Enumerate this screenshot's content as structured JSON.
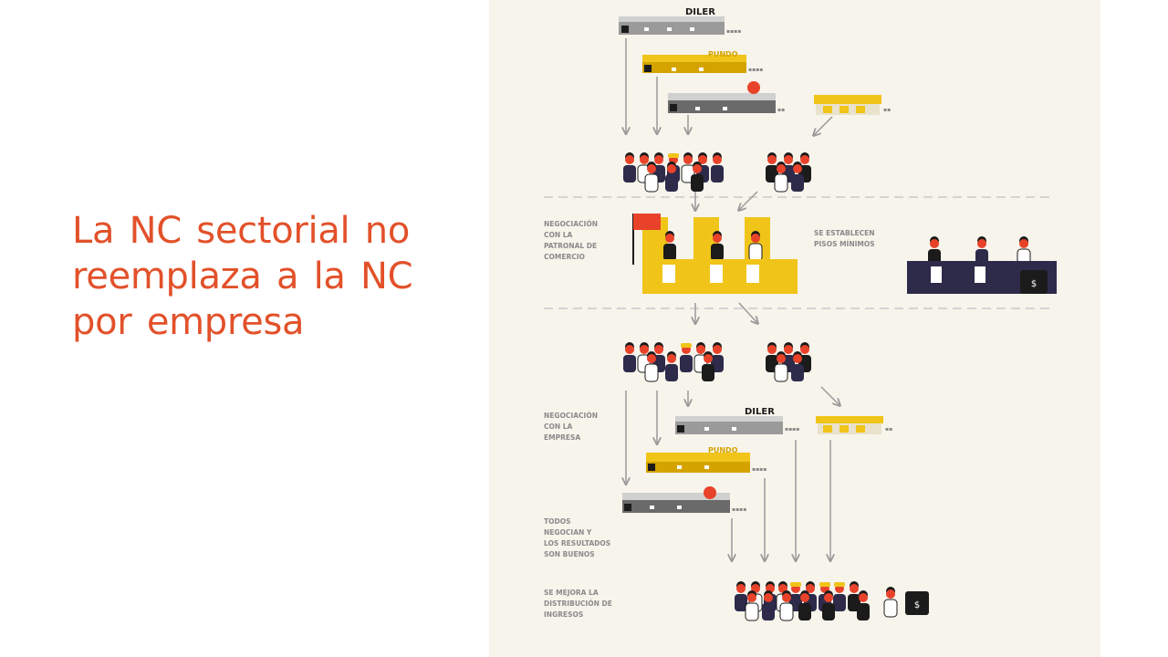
{
  "slide": {
    "title_lines": [
      "La NC sectorial no",
      "reemplaza a la NC",
      "por empresa"
    ],
    "accent_color": "#e2512a"
  },
  "infographic": {
    "colors": {
      "background": "#f7f4ec",
      "yellow": "#f0c419",
      "red": "#e8432a",
      "navy": "#2d2a4a",
      "gray": "#9a9a9a",
      "dark": "#1b1b1b",
      "skin": "#e8432a"
    },
    "companies": {
      "company_1": "DILER",
      "company_2": "PUNDO"
    },
    "labels": {
      "sector_bargaining": [
        "NEGOCIACIÓN",
        "CON LA",
        "PATRONAL DE",
        "COMERCIO"
      ],
      "minimum_floors": [
        "SE ESTABLECEN",
        "PISOS MÍNIMOS"
      ],
      "company_bargaining": [
        "NEGOCIACIÓN",
        "CON LA",
        "EMPRESA"
      ],
      "everyone_bargains": [
        "TODOS",
        "NEGOCIAN Y",
        "LOS RESULTADOS",
        "SON BUENOS"
      ],
      "income_distribution": [
        "SE MEJORA LA",
        "DISTRIBUCIÓN DE",
        "INGRESOS"
      ]
    },
    "icons": [
      "store-icon",
      "worker-group-icon",
      "flag-icon",
      "money-bag-icon",
      "arrow-icon"
    ],
    "money_symbol": "$"
  }
}
